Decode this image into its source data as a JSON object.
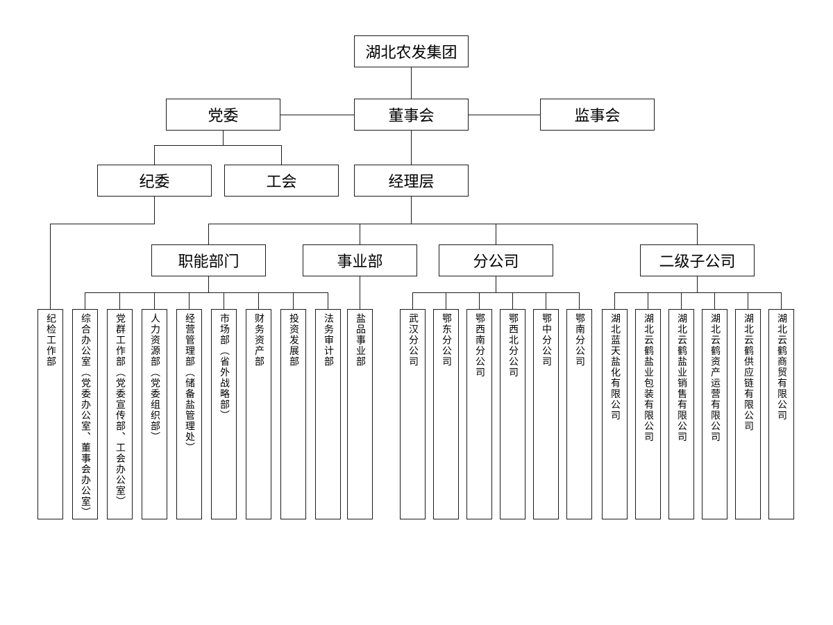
{
  "colors": {
    "line": "#1a1a1a",
    "box_border": "#1a1a1a",
    "box_background": "#ffffff",
    "text": "#000000",
    "page_background": "#ffffff"
  },
  "org": {
    "root": "湖北农发集团",
    "party_committee": "党委",
    "board": "董事会",
    "supervisory_board": "监事会",
    "discipline_committee": "纪委",
    "labor_union": "工会",
    "management": "经理层",
    "functional_label": "职能部门",
    "business_label": "事业部",
    "branches_label": "分公司",
    "subsidiaries_label": "二级子公司",
    "discipline_children": [
      "纪检工作部"
    ],
    "functional_children": [
      "综合办公室（党委办公室、董事会办公室）",
      "党群工作部（党委宣传部、工会办公室）",
      "人力资源部（党委组织部）",
      "经营管理部（储备盐管理处）",
      "市场部（省外战略部）",
      "财务资产部",
      "投资发展部",
      "法务审计部"
    ],
    "business_children": [
      "盐品事业部"
    ],
    "branch_children": [
      "武汉分公司",
      "鄂东分公司",
      "鄂西南分公司",
      "鄂西北分公司",
      "鄂中分公司",
      "鄂南分公司"
    ],
    "subsidiary_children": [
      "湖北蓝天盐化有限公司",
      "湖北云鹤盐业包装有限公司",
      "湖北云鹤盐业销售有限公司",
      "湖北云鹤资产运营有限公司",
      "湖北云鹤供应链有限公司",
      "湖北云鹤商贸有限公司"
    ]
  }
}
